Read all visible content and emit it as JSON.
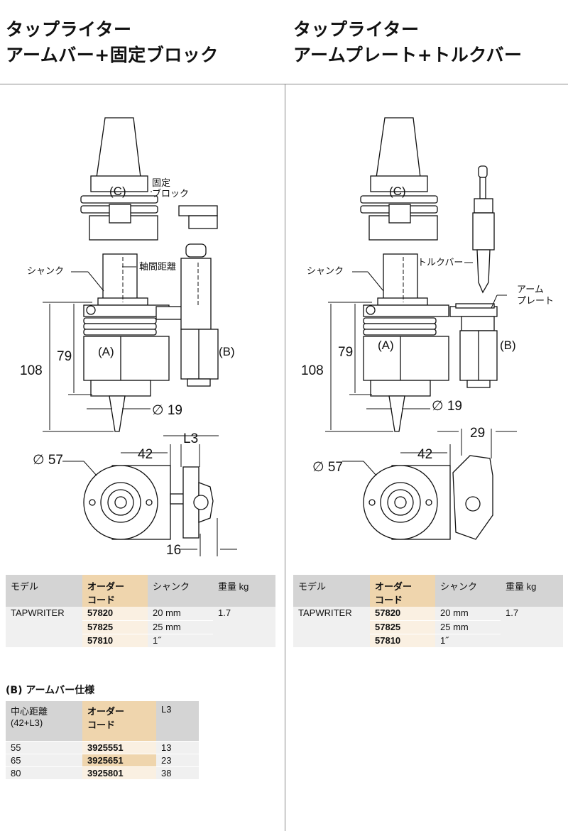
{
  "left": {
    "title_line1": "タップライター",
    "title_line2": "アームバー+固定ブロック",
    "labels": {
      "c": "(C)",
      "a": "(A)",
      "b": "(B)",
      "fixed_block_1": "固定",
      "fixed_block_2": "ブロック",
      "shank": "シャンク",
      "axis_distance": "軸間距離",
      "dim_108": "108",
      "dim_79": "79",
      "dim_19": "∅ 19",
      "dim_57": "∅ 57",
      "dim_42": "42",
      "dim_l3": "L3",
      "dim_16": "16"
    },
    "table": {
      "headers": [
        "モデル",
        "オーダー",
        "コード",
        "シャンク",
        "重量  kg"
      ],
      "model": "TAPWRITER",
      "weight": "1.7",
      "rows": [
        {
          "code": "57820",
          "shank": "20 mm"
        },
        {
          "code": "57825",
          "shank": "25 mm"
        },
        {
          "code": "57810",
          "shank": "1˝"
        }
      ]
    },
    "armbar": {
      "title": "(B) アームバー仕様",
      "headers": [
        "中心距離",
        "(42+L3)",
        "オーダー",
        "コード",
        "L3"
      ],
      "rows": [
        {
          "dist": "55",
          "code": "3925551",
          "l3": "13"
        },
        {
          "dist": "65",
          "code": "3925651",
          "l3": "23"
        },
        {
          "dist": "80",
          "code": "3925801",
          "l3": "38"
        }
      ]
    }
  },
  "right": {
    "title_line1": "タップライター",
    "title_line2": "アームプレート+トルクバー",
    "labels": {
      "c": "(C)",
      "a": "(A)",
      "b": "(B)",
      "shank": "シャンク",
      "torque_bar": "トルクバー",
      "arm_plate_1": "アーム",
      "arm_plate_2": "プレート",
      "dim_108": "108",
      "dim_79": "79",
      "dim_19": "∅ 19",
      "dim_57": "∅ 57",
      "dim_42": "42",
      "dim_29": "29"
    },
    "table": {
      "headers": [
        "モデル",
        "オーダー",
        "コード",
        "シャンク",
        "重量  kg"
      ],
      "model": "TAPWRITER",
      "weight": "1.7",
      "rows": [
        {
          "code": "57820",
          "shank": "20 mm"
        },
        {
          "code": "57825",
          "shank": "25 mm"
        },
        {
          "code": "57810",
          "shank": "1˝"
        }
      ]
    }
  }
}
